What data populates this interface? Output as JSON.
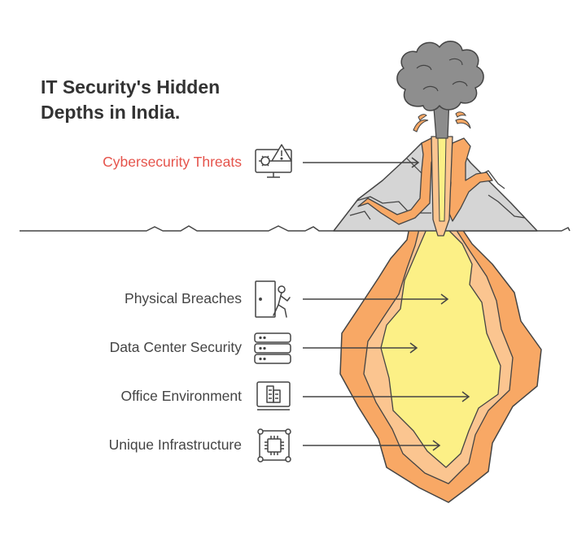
{
  "title": {
    "line1": "IT Security's Hidden",
    "line2": "Depths in India."
  },
  "layers": [
    {
      "label": "Cybersecurity Threats",
      "icon": "warning-monitor-icon"
    },
    {
      "label": "Physical Breaches",
      "icon": "door-intruder-icon"
    },
    {
      "label": "Data Center Security",
      "icon": "server-rack-icon"
    },
    {
      "label": "Office Environment",
      "icon": "office-building-icon"
    },
    {
      "label": "Unique Infrastructure",
      "icon": "circuit-chip-icon"
    }
  ],
  "colors": {
    "threat_label": "#e5534b",
    "text": "#444444",
    "rock": "#d5d5d5",
    "smoke": "#888888",
    "lava": "#f8b070",
    "core": "#fcf086",
    "outline": "#444444"
  }
}
